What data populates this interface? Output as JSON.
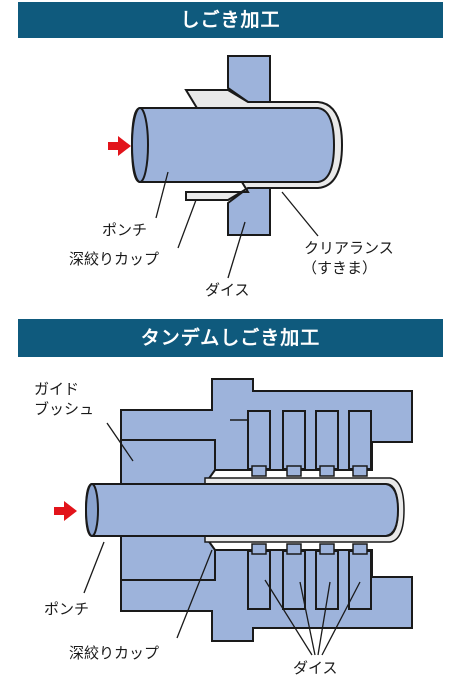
{
  "section1": {
    "title": "しごき加工",
    "labels": {
      "punch": "ポンチ",
      "cup": "深絞りカップ",
      "die": "ダイス",
      "clearance_line1": "クリアランス",
      "clearance_line2": "（すきま）"
    }
  },
  "section2": {
    "title": "タンデムしごき加工",
    "labels": {
      "guide_line1": "ガイド",
      "guide_line2": "ブッシュ",
      "punch": "ポンチ",
      "cup": "深絞りカップ",
      "die": "ダイス"
    }
  },
  "colors": {
    "banner": "#0f5a7d",
    "part_fill": "#9db3db",
    "cup_fill": "#e9e9e9",
    "arrow": "#e2141b",
    "outline": "#1a1a1a"
  }
}
